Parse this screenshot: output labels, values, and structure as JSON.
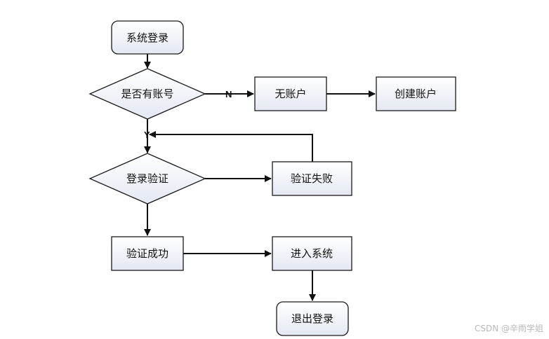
{
  "colors": {
    "stroke": "#1a1a1a",
    "fill_top": "#ffffff",
    "fill_bottom": "#e6eaf3",
    "arrow": "#111111",
    "watermark": "#b9b9b9"
  },
  "nodes": {
    "system_login": "系统登录",
    "has_account": "是否有账号",
    "no_account": "无账户",
    "create_account": "创建账户",
    "login_verify": "登录验证",
    "verify_failed": "验证失败",
    "verify_success": "验证成功",
    "enter_system": "进入系统",
    "logout": "退出登录"
  },
  "edge_labels": {
    "no": "N",
    "yes": "Y"
  },
  "watermark": "CSDN @辛雨学姐"
}
